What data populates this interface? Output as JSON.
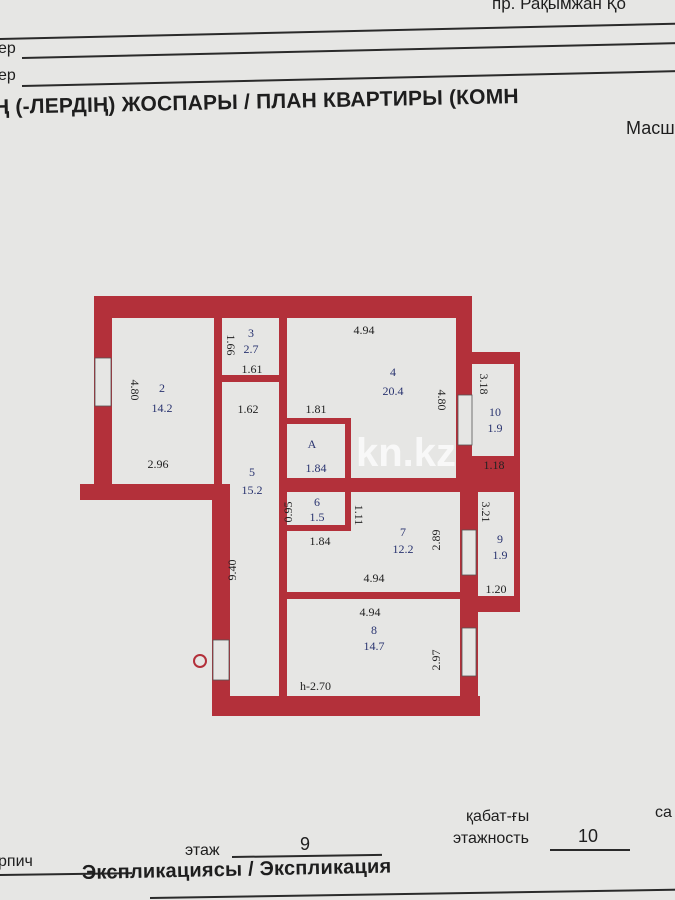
{
  "header": {
    "address_fragment": "пр. Рақымжан Қо",
    "field1_label": "ер",
    "field2_label": "ер",
    "title": "Ң (-ЛЕРДІҢ) ЖОСПАРЫ / ПЛАН КВАРТИРЫ (КОМН",
    "scale_fragment": "Масш"
  },
  "plan": {
    "wall_color": "#b3303a",
    "watermark": "kn.kz",
    "ceiling_height": "h-2.70",
    "rooms": [
      {
        "no": "2",
        "area": "14.2"
      },
      {
        "no": "3",
        "area": "2.7"
      },
      {
        "no": "4",
        "area": "20.4"
      },
      {
        "no": "10",
        "area": "1.9"
      },
      {
        "no": "5",
        "area": "15.2"
      },
      {
        "no": "6",
        "area": "1.5"
      },
      {
        "no": "7",
        "area": "12.2"
      },
      {
        "no": "9",
        "area": "1.9"
      },
      {
        "no": "8",
        "area": "14.7"
      },
      {
        "no": "A",
        "area": "1.84"
      }
    ],
    "dimensions": [
      "4.80",
      "2.96",
      "1.66",
      "1.61",
      "4.94",
      "1.62",
      "1.81",
      "4.80",
      "3.18",
      "1.18",
      "9.40",
      "0.95",
      "1.11",
      "1.84",
      "2.89",
      "4.94",
      "3.21",
      "1.20",
      "4.94",
      "2.97"
    ]
  },
  "footer": {
    "material_fragment": "рпич",
    "floor_label": "этаж",
    "floor_value": "9",
    "floors_label_kz": "қабат-ғы",
    "floors_label": "этажность",
    "floors_value": "10",
    "side_fragment": "са",
    "explication_title": "Экспликациясы / Экспликация"
  }
}
